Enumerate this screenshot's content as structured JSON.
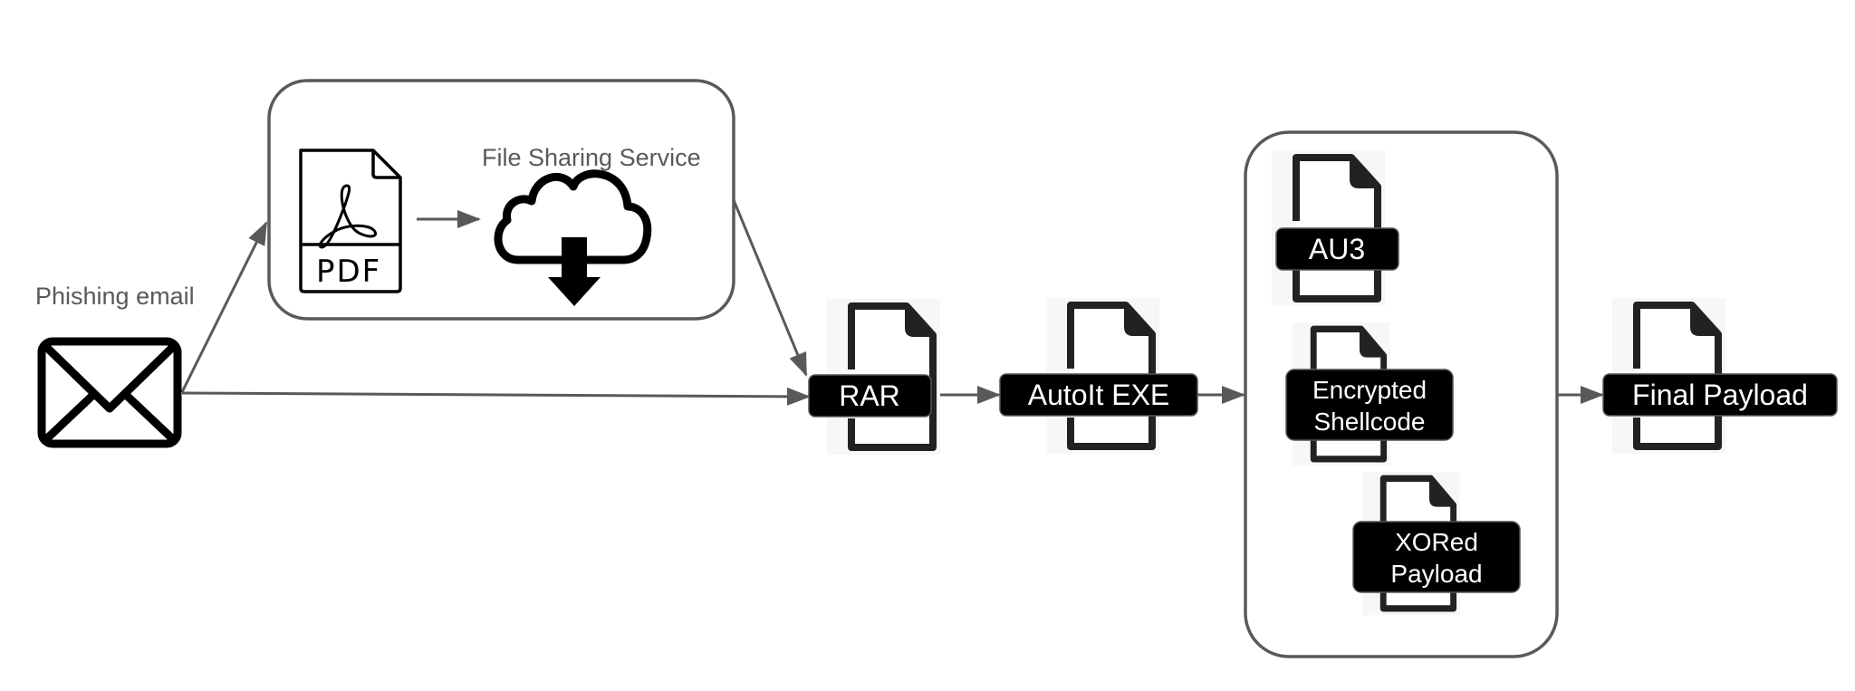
{
  "diagram": {
    "nodes": {
      "email": {
        "label": "Phishing email",
        "icon": "envelope-icon"
      },
      "pdf": {
        "label": "PDF",
        "icon": "pdf-file-icon"
      },
      "file_sharing": {
        "label": "File Sharing Service",
        "icon": "cloud-download-icon"
      },
      "rar": {
        "label": "RAR",
        "icon": "file-icon"
      },
      "autoit_exe": {
        "label": "AutoIt EXE",
        "icon": "file-icon"
      },
      "au3": {
        "label": "AU3",
        "icon": "file-icon"
      },
      "encrypted_shellcode": {
        "label_line1": "Encrypted",
        "label_line2": "Shellcode",
        "icon": "file-icon"
      },
      "xored_payload": {
        "label_line1": "XORed",
        "label_line2": "Payload",
        "icon": "file-icon"
      },
      "final_payload": {
        "label": "Final Payload",
        "icon": "file-icon"
      }
    },
    "groups": [
      {
        "id": "delivery-group",
        "members": [
          "pdf",
          "file_sharing"
        ]
      },
      {
        "id": "autoit-contents-group",
        "members": [
          "au3",
          "encrypted_shellcode",
          "xored_payload"
        ]
      }
    ],
    "edges": [
      {
        "from": "email",
        "to": "delivery-group"
      },
      {
        "from": "pdf",
        "to": "file_sharing"
      },
      {
        "from": "delivery-group",
        "to": "rar"
      },
      {
        "from": "email",
        "to": "rar"
      },
      {
        "from": "rar",
        "to": "autoit_exe"
      },
      {
        "from": "autoit_exe",
        "to": "autoit-contents-group"
      },
      {
        "from": "autoit-contents-group",
        "to": "final_payload"
      }
    ],
    "colors": {
      "connector": "#595959",
      "label_bg": "#000000",
      "label_text": "#ffffff",
      "caption": "#595959"
    }
  }
}
